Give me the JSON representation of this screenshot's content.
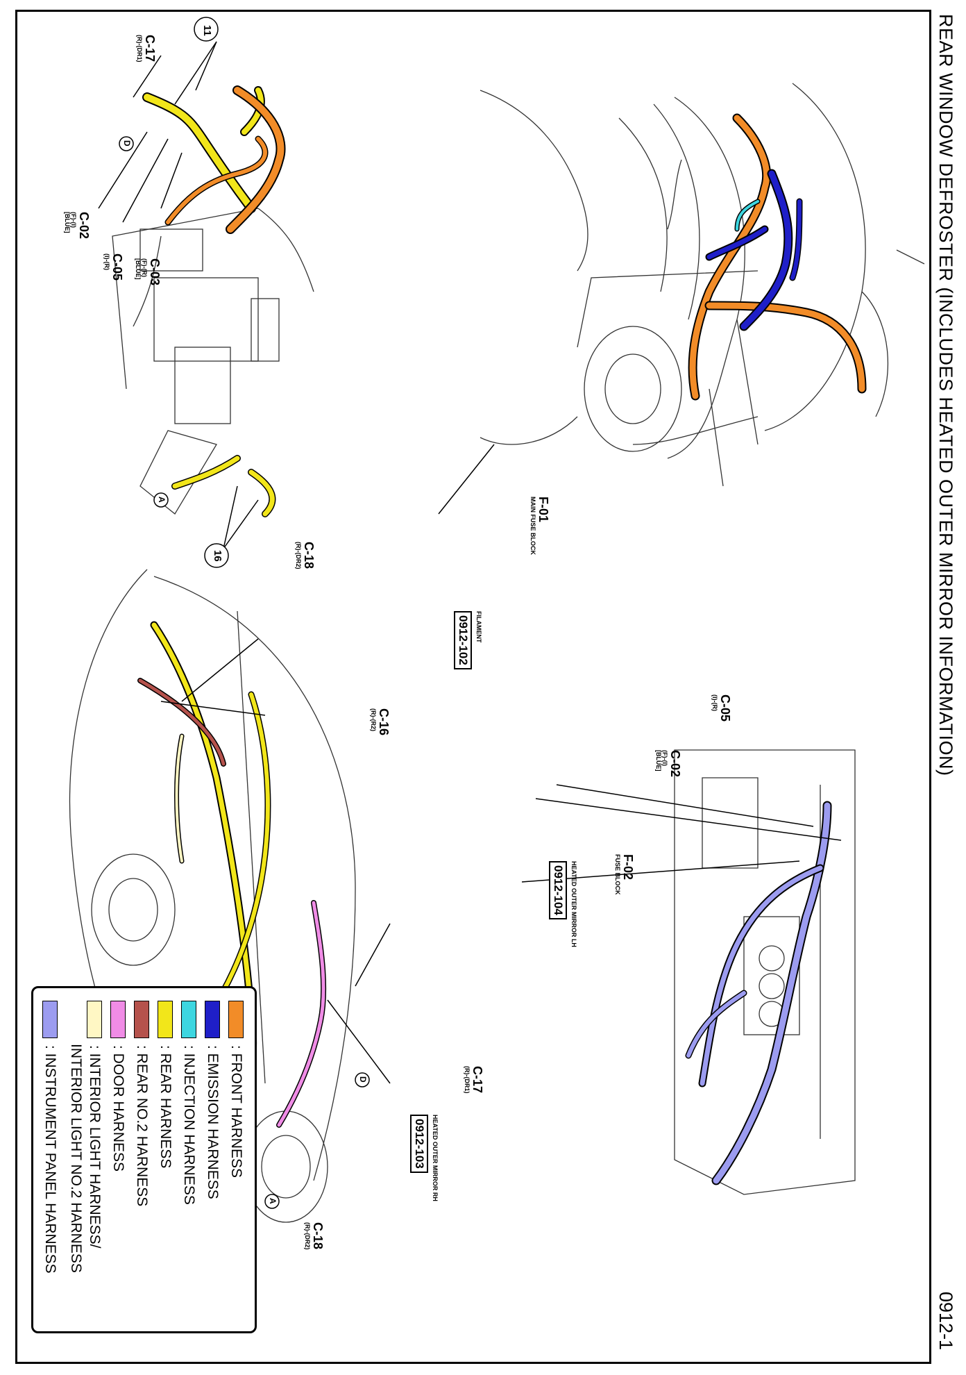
{
  "title": "REAR WINDOW DEFROSTER (INCLUDES HEATED OUTER MIRROR INFORMATION)",
  "page_number": "0912-1",
  "references": [
    {
      "id": "ref-filament",
      "code": "0912-102",
      "caption": "FILAMENT"
    },
    {
      "id": "ref-mirror-lh",
      "code": "0912-104",
      "caption": "HEATED OUTER MIRROR LH"
    },
    {
      "id": "ref-mirror-rh",
      "code": "0912-103",
      "caption": "HEATED OUTER MIRROR RH"
    }
  ],
  "connectors": {
    "c17_top": {
      "code": "C-17",
      "sub": "(R)-(DR1)"
    },
    "c02_top": {
      "code": "C-02",
      "sub": "(F)-(I)\n[BLUE]"
    },
    "c05_top": {
      "code": "C-05",
      "sub": "(I)-(R)"
    },
    "c03_top": {
      "code": "C-03",
      "sub": "(F)-(R)\n[BLUE]"
    },
    "c18_top": {
      "code": "C-18",
      "sub": "(R)-(DR2)"
    },
    "f01": {
      "code": "F-01",
      "sub": "MAIN FUSE BLOCK"
    },
    "c05_dash": {
      "code": "C-05",
      "sub": "(I)-(R)"
    },
    "c02_dash": {
      "code": "C-02",
      "sub": "(F)-(I)\n[BLUE]"
    },
    "f02": {
      "code": "F-02",
      "sub": "FUSE BLOCK"
    },
    "c16": {
      "code": "C-16",
      "sub": "(R)-(R2)"
    },
    "c17_bottom": {
      "code": "C-17",
      "sub": "(R)-(DR1)"
    },
    "c18_bottom": {
      "code": "C-18",
      "sub": "(R)-(DR2)"
    }
  },
  "markers": {
    "m11": "11",
    "m16": "16",
    "d_top": "D",
    "a_top": "A",
    "d_bottom": "D",
    "a_bottom": "A"
  },
  "legend": [
    {
      "label": ": FRONT HARNESS",
      "color": "#F28C28"
    },
    {
      "label": ": EMISSION HARNESS",
      "color": "#1F1FC8"
    },
    {
      "label": ": INJECTION HARNESS",
      "color": "#3DD6E0"
    },
    {
      "label": ": REAR HARNESS",
      "color": "#F2E61A"
    },
    {
      "label": ": REAR NO.2 HARNESS",
      "color": "#B5524C"
    },
    {
      "label": ": DOOR HARNESS",
      "color": "#F08CE6"
    },
    {
      "label": ": INTERIOR LIGHT HARNESS/",
      "label2": "INTERIOR LIGHT NO.2 HARNESS",
      "color": "#FFF7C4"
    },
    {
      "label": ": INSTRUMENT PANEL HARNESS",
      "color": "#9C9CF0"
    }
  ]
}
